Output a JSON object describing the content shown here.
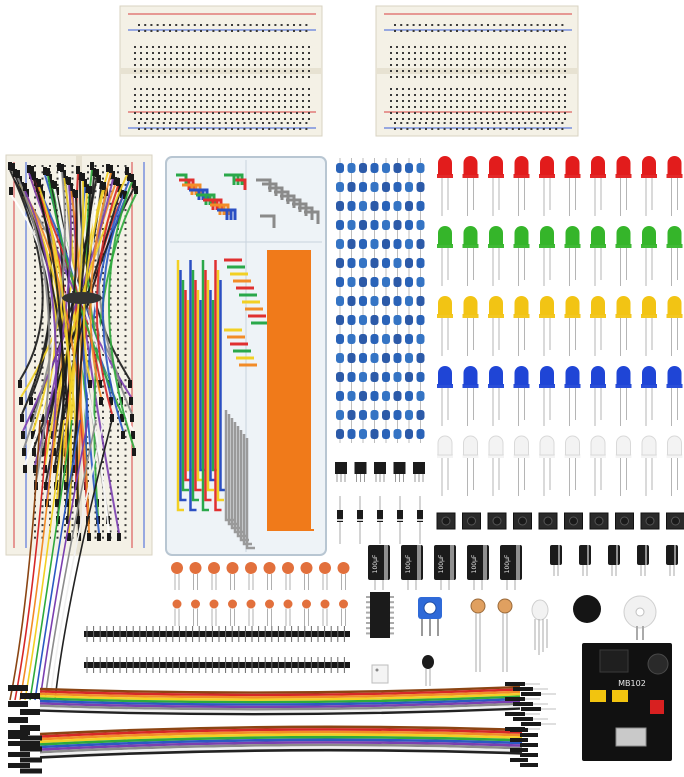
{
  "scene": {
    "background": "#ffffff",
    "breadboard": {
      "body": "#f4f1e6",
      "hole": "#3a3a3a",
      "rail_red": "#d94040",
      "rail_blue": "#3a5fd9"
    },
    "capacitor_labels": [
      "100μF",
      "100μF",
      "100μF",
      "100μF",
      "100μF"
    ],
    "power_module_label": "MB102",
    "led_rows": [
      {
        "color": "red",
        "fill": "#e21c1c",
        "count": 10
      },
      {
        "color": "green",
        "fill": "#35b52a",
        "count": 10
      },
      {
        "color": "yellow",
        "fill": "#f2c414",
        "count": 10
      },
      {
        "color": "blue",
        "fill": "#1f45d6",
        "count": 10
      },
      {
        "color": "white",
        "fill": "#f3f3f3",
        "count": 10
      }
    ],
    "resistor_colors": [
      "#2a63b8",
      "#3574c4",
      "#2c5aa8"
    ],
    "ceramic_cap_color": "#e2703c",
    "jumper_wire_colors": [
      "#8b4513",
      "#d62828",
      "#f28c28",
      "#f2d024",
      "#2eaa3c",
      "#2b59c3",
      "#7b3fb0",
      "#8c8c8c",
      "#f0f0f0",
      "#222222"
    ],
    "wire_box_colors": [
      "#f07a1a",
      "#2b4fc3",
      "#f2d024",
      "#e03030",
      "#2aa84a",
      "#8a8a8a"
    ]
  }
}
